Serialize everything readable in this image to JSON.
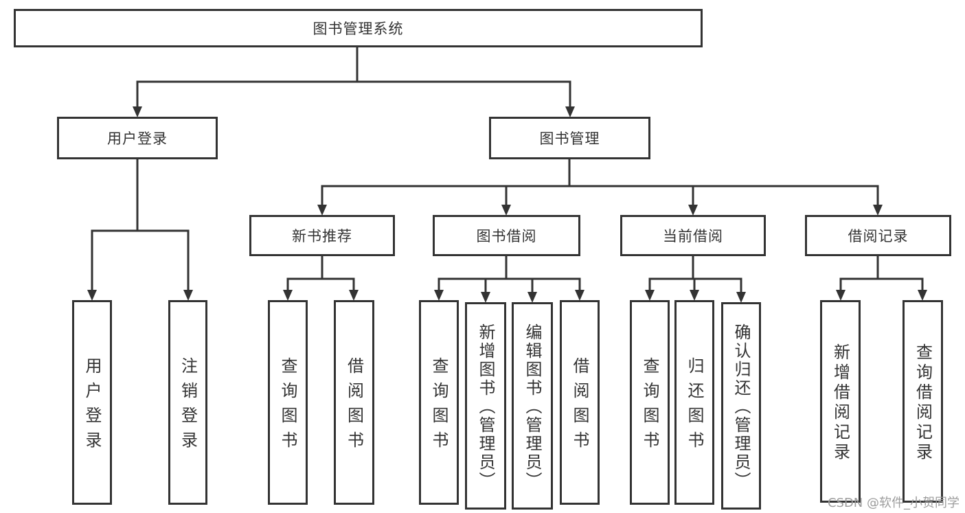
{
  "nodes": {
    "root": "图书管理系统",
    "user_login": "用户登录",
    "book_mgmt": "图书管理",
    "new_book_rec": "新书推荐",
    "book_borrow": "图书借阅",
    "current_borrow": "当前借阅",
    "borrow_records": "借阅记录",
    "leaf_user_login": "用户登录",
    "leaf_logout": "注销登录",
    "leaf_query_book_1": "查询图书",
    "leaf_borrow_book_1": "借阅图书",
    "leaf_query_book_2": "查询图书",
    "leaf_add_book": "新增图书（管理员）",
    "leaf_edit_book": "编辑图书（管理员）",
    "leaf_borrow_book_2": "借阅图书",
    "leaf_query_book_3": "查询图书",
    "leaf_return_book": "归还图书",
    "leaf_confirm_return": "确认归还（管理员）",
    "leaf_add_record": "新增借阅记录",
    "leaf_query_record": "查询借阅记录"
  },
  "colors": {
    "line": "#333333",
    "text": "#333333",
    "watermark": "#9c9c9c",
    "background": "#ffffff"
  },
  "watermark": "CSDN @软件_小贺同学"
}
